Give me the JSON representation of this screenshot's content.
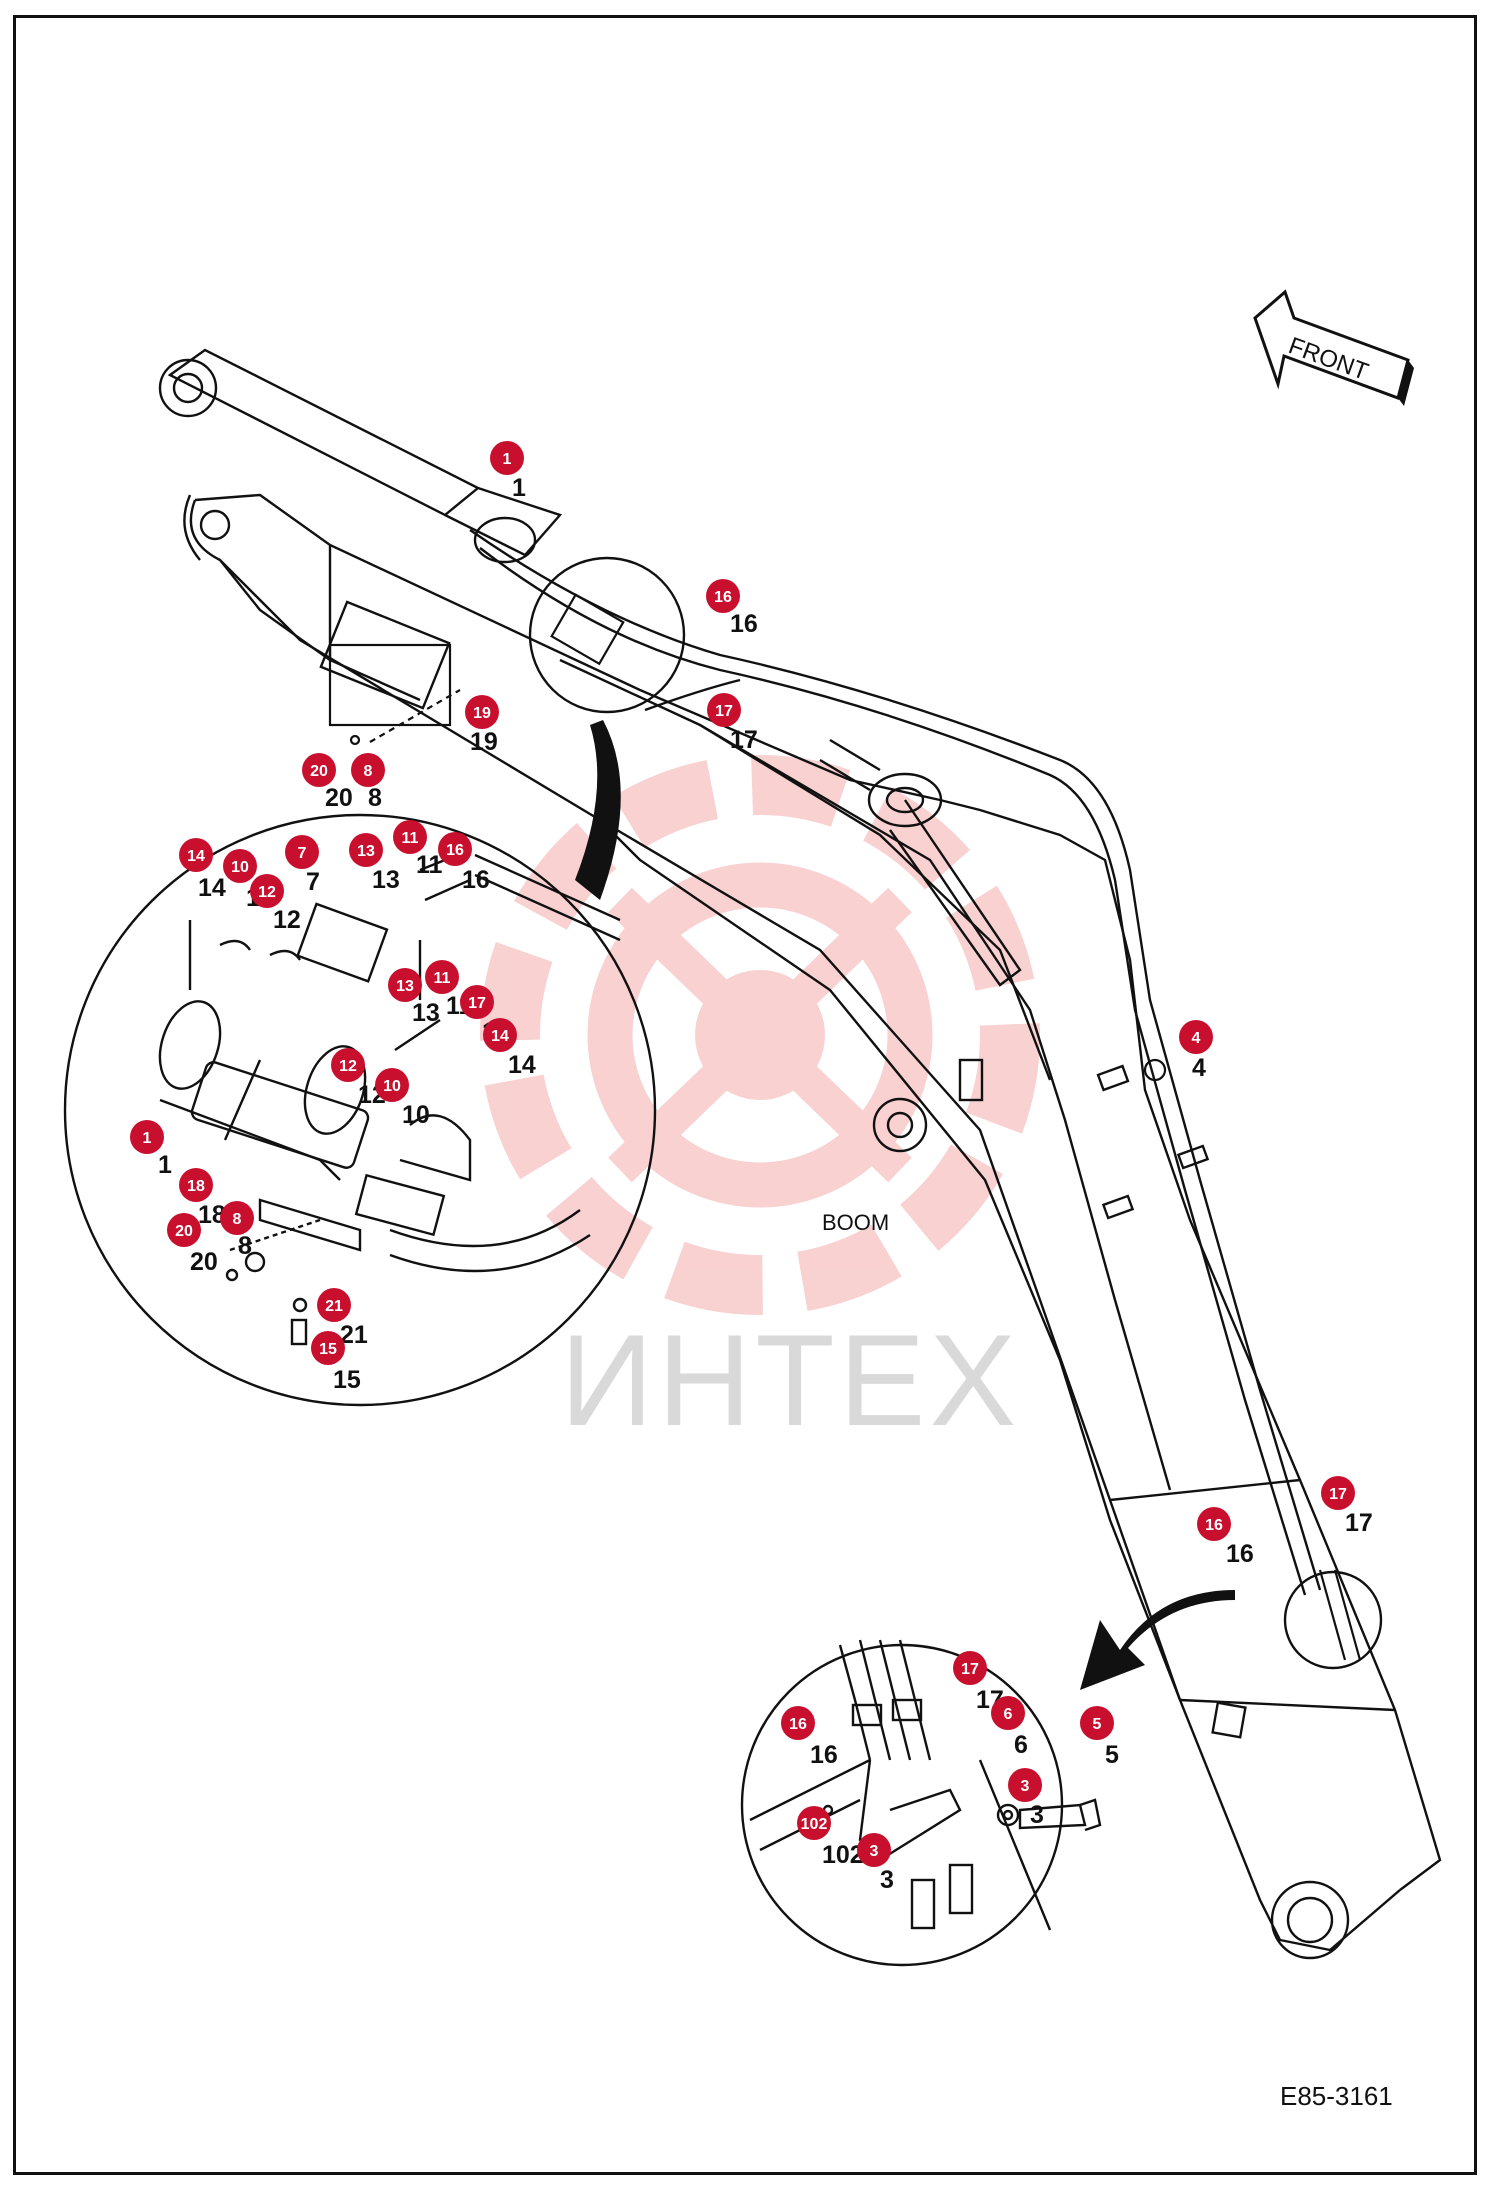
{
  "drawing_number": "E85-3161",
  "front_label": "FRONT",
  "part_label": "BOOM",
  "watermark": "ИНТЕХ",
  "accent_color": "#c8102e",
  "icons": [
    "front-arrow-icon",
    "watermark-gear-icon"
  ],
  "callouts": [
    {
      "badge": "1",
      "text": "1"
    },
    {
      "badge": "16",
      "text": "16"
    },
    {
      "badge": "17",
      "text": "17"
    },
    {
      "badge": "19",
      "text": "19"
    },
    {
      "badge": "20",
      "text": "20"
    },
    {
      "badge": "8",
      "text": "8"
    },
    {
      "badge": "4",
      "text": "4"
    },
    {
      "badge": "17",
      "text": "17"
    },
    {
      "badge": "16",
      "text": "16"
    },
    {
      "badge": "14",
      "text": "14"
    },
    {
      "badge": "10",
      "text": "10"
    },
    {
      "badge": "12",
      "text": "12"
    },
    {
      "badge": "7",
      "text": "7"
    },
    {
      "badge": "13",
      "text": "13"
    },
    {
      "badge": "11",
      "text": "11"
    },
    {
      "badge": "16",
      "text": "16"
    },
    {
      "badge": "13",
      "text": "13"
    },
    {
      "badge": "11",
      "text": "11"
    },
    {
      "badge": "17",
      "text": "17"
    },
    {
      "badge": "14",
      "text": "14"
    },
    {
      "badge": "12",
      "text": "12"
    },
    {
      "badge": "10",
      "text": "10"
    },
    {
      "badge": "1",
      "text": "1"
    },
    {
      "badge": "18",
      "text": "18"
    },
    {
      "badge": "8",
      "text": "8"
    },
    {
      "badge": "20",
      "text": "20"
    },
    {
      "badge": "21",
      "text": "21"
    },
    {
      "badge": "15",
      "text": "15"
    },
    {
      "badge": "17",
      "text": "17"
    },
    {
      "badge": "16",
      "text": "16"
    },
    {
      "badge": "6",
      "text": "6"
    },
    {
      "badge": "5",
      "text": "5"
    },
    {
      "badge": "3",
      "text": "3"
    },
    {
      "badge": "102",
      "text": "102"
    },
    {
      "badge": "3",
      "text": "3"
    }
  ]
}
